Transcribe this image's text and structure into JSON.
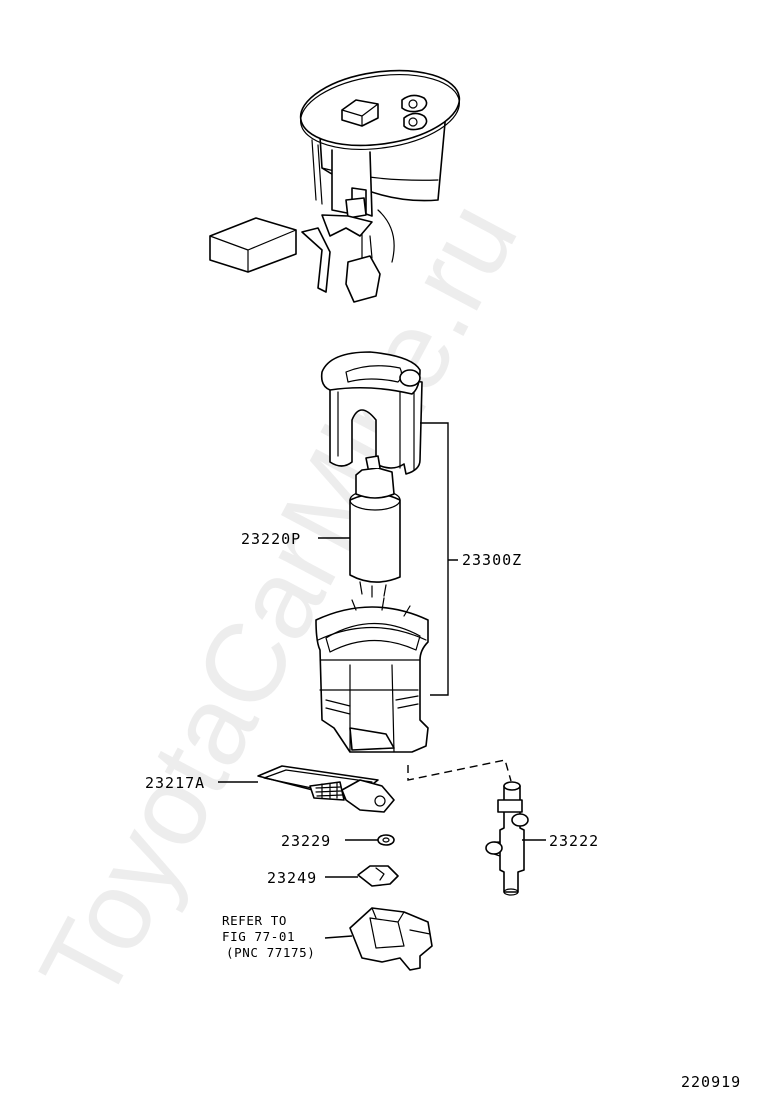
{
  "watermark": "ToyotaCarMine.ru",
  "diagram_id": "220919",
  "labels": {
    "pump": "23220P",
    "assembly": "23300Z",
    "filter": "23217A",
    "gasket": "23229",
    "clip": "23249",
    "tee": "23222"
  },
  "note": {
    "line1": "REFER TO",
    "line2": "FIG 77-01",
    "line3": "(PNC 77175)"
  }
}
